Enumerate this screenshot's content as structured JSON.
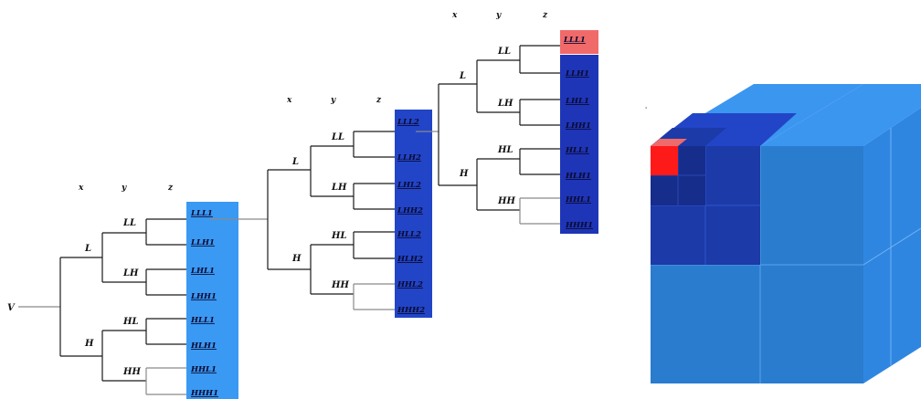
{
  "root_label": "V",
  "axes": [
    "x",
    "y",
    "z"
  ],
  "colors": {
    "level1": "#3a99f3",
    "level2": "#2245c8",
    "level3": "#1e35b7",
    "highlight": "#f06a6a",
    "cube_light": "#3b96f0",
    "cube_mid": "#2a7ccf",
    "cube_dark": "#1c3aa8",
    "cube_red": "#ff1a1a"
  },
  "level1": {
    "branches": [
      "L",
      "H"
    ],
    "pairs": [
      "LL",
      "LH",
      "HL",
      "HH"
    ],
    "leaves": [
      "LLL1",
      "LLH1",
      "LHL1",
      "LHH1",
      "HLL1",
      "HLH1",
      "HHL1",
      "HHH1"
    ]
  },
  "level2": {
    "branches": [
      "L",
      "H"
    ],
    "pairs": [
      "LL",
      "LH",
      "HL",
      "HH"
    ],
    "leaves": [
      "LLL2",
      "LLH2",
      "LHL2",
      "LHH2",
      "HLL2",
      "HLH2",
      "HHL2",
      "HHH2"
    ]
  },
  "level3": {
    "branches": [
      "L",
      "H"
    ],
    "pairs": [
      "LL",
      "LH",
      "HL",
      "HH"
    ],
    "leaves": [
      "LLL1",
      "LLH1",
      "LHL1",
      "LHH1",
      "HLL1",
      "HLH1",
      "HHL1",
      "HHH1"
    ]
  },
  "cube_caption": "'"
}
